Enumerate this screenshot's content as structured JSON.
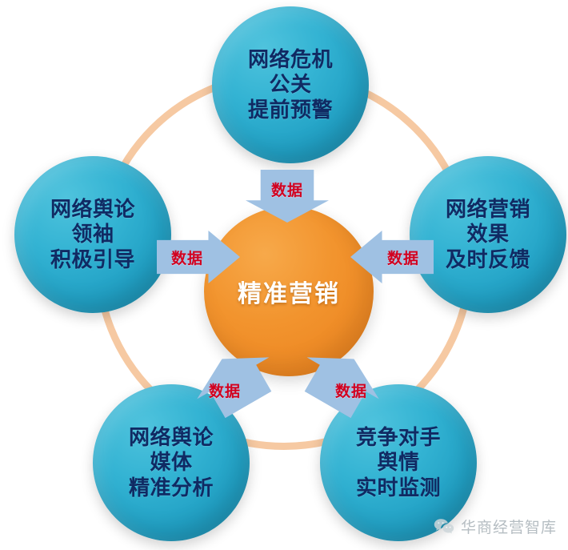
{
  "diagram": {
    "title": "精准营销",
    "center": {
      "label": "精准营销",
      "color": "#ef8e2c"
    },
    "node_color": "#2aa8cb",
    "ring_color": "#f6c9a2",
    "arrow_color": "#9fc1e3",
    "arrow_label_color": "#d2001f",
    "node_text_color": "#102a63",
    "nodes": [
      {
        "id": "top",
        "label": "网络危机\n公关\n提前预警",
        "position": "top"
      },
      {
        "id": "left",
        "label": "网络舆论\n领袖\n积极引导",
        "position": "left"
      },
      {
        "id": "right",
        "label": "网络营销\n效果\n及时反馈",
        "position": "right"
      },
      {
        "id": "bottomleft",
        "label": "网络舆论\n媒体\n精准分析",
        "position": "bottom-left"
      },
      {
        "id": "bottomright",
        "label": "竞争对手\n舆情\n实时监测",
        "position": "bottom-right"
      }
    ],
    "arrows": [
      {
        "id": "top",
        "label": "数据",
        "direction": "down"
      },
      {
        "id": "left",
        "label": "数据",
        "direction": "right"
      },
      {
        "id": "right",
        "label": "数据",
        "direction": "left"
      },
      {
        "id": "bottomleft",
        "label": "数据",
        "direction": "up-right"
      },
      {
        "id": "bottomright",
        "label": "数据",
        "direction": "up-left"
      }
    ]
  },
  "watermark": {
    "icon": "wechat-icon",
    "text": "华商经营智库"
  }
}
